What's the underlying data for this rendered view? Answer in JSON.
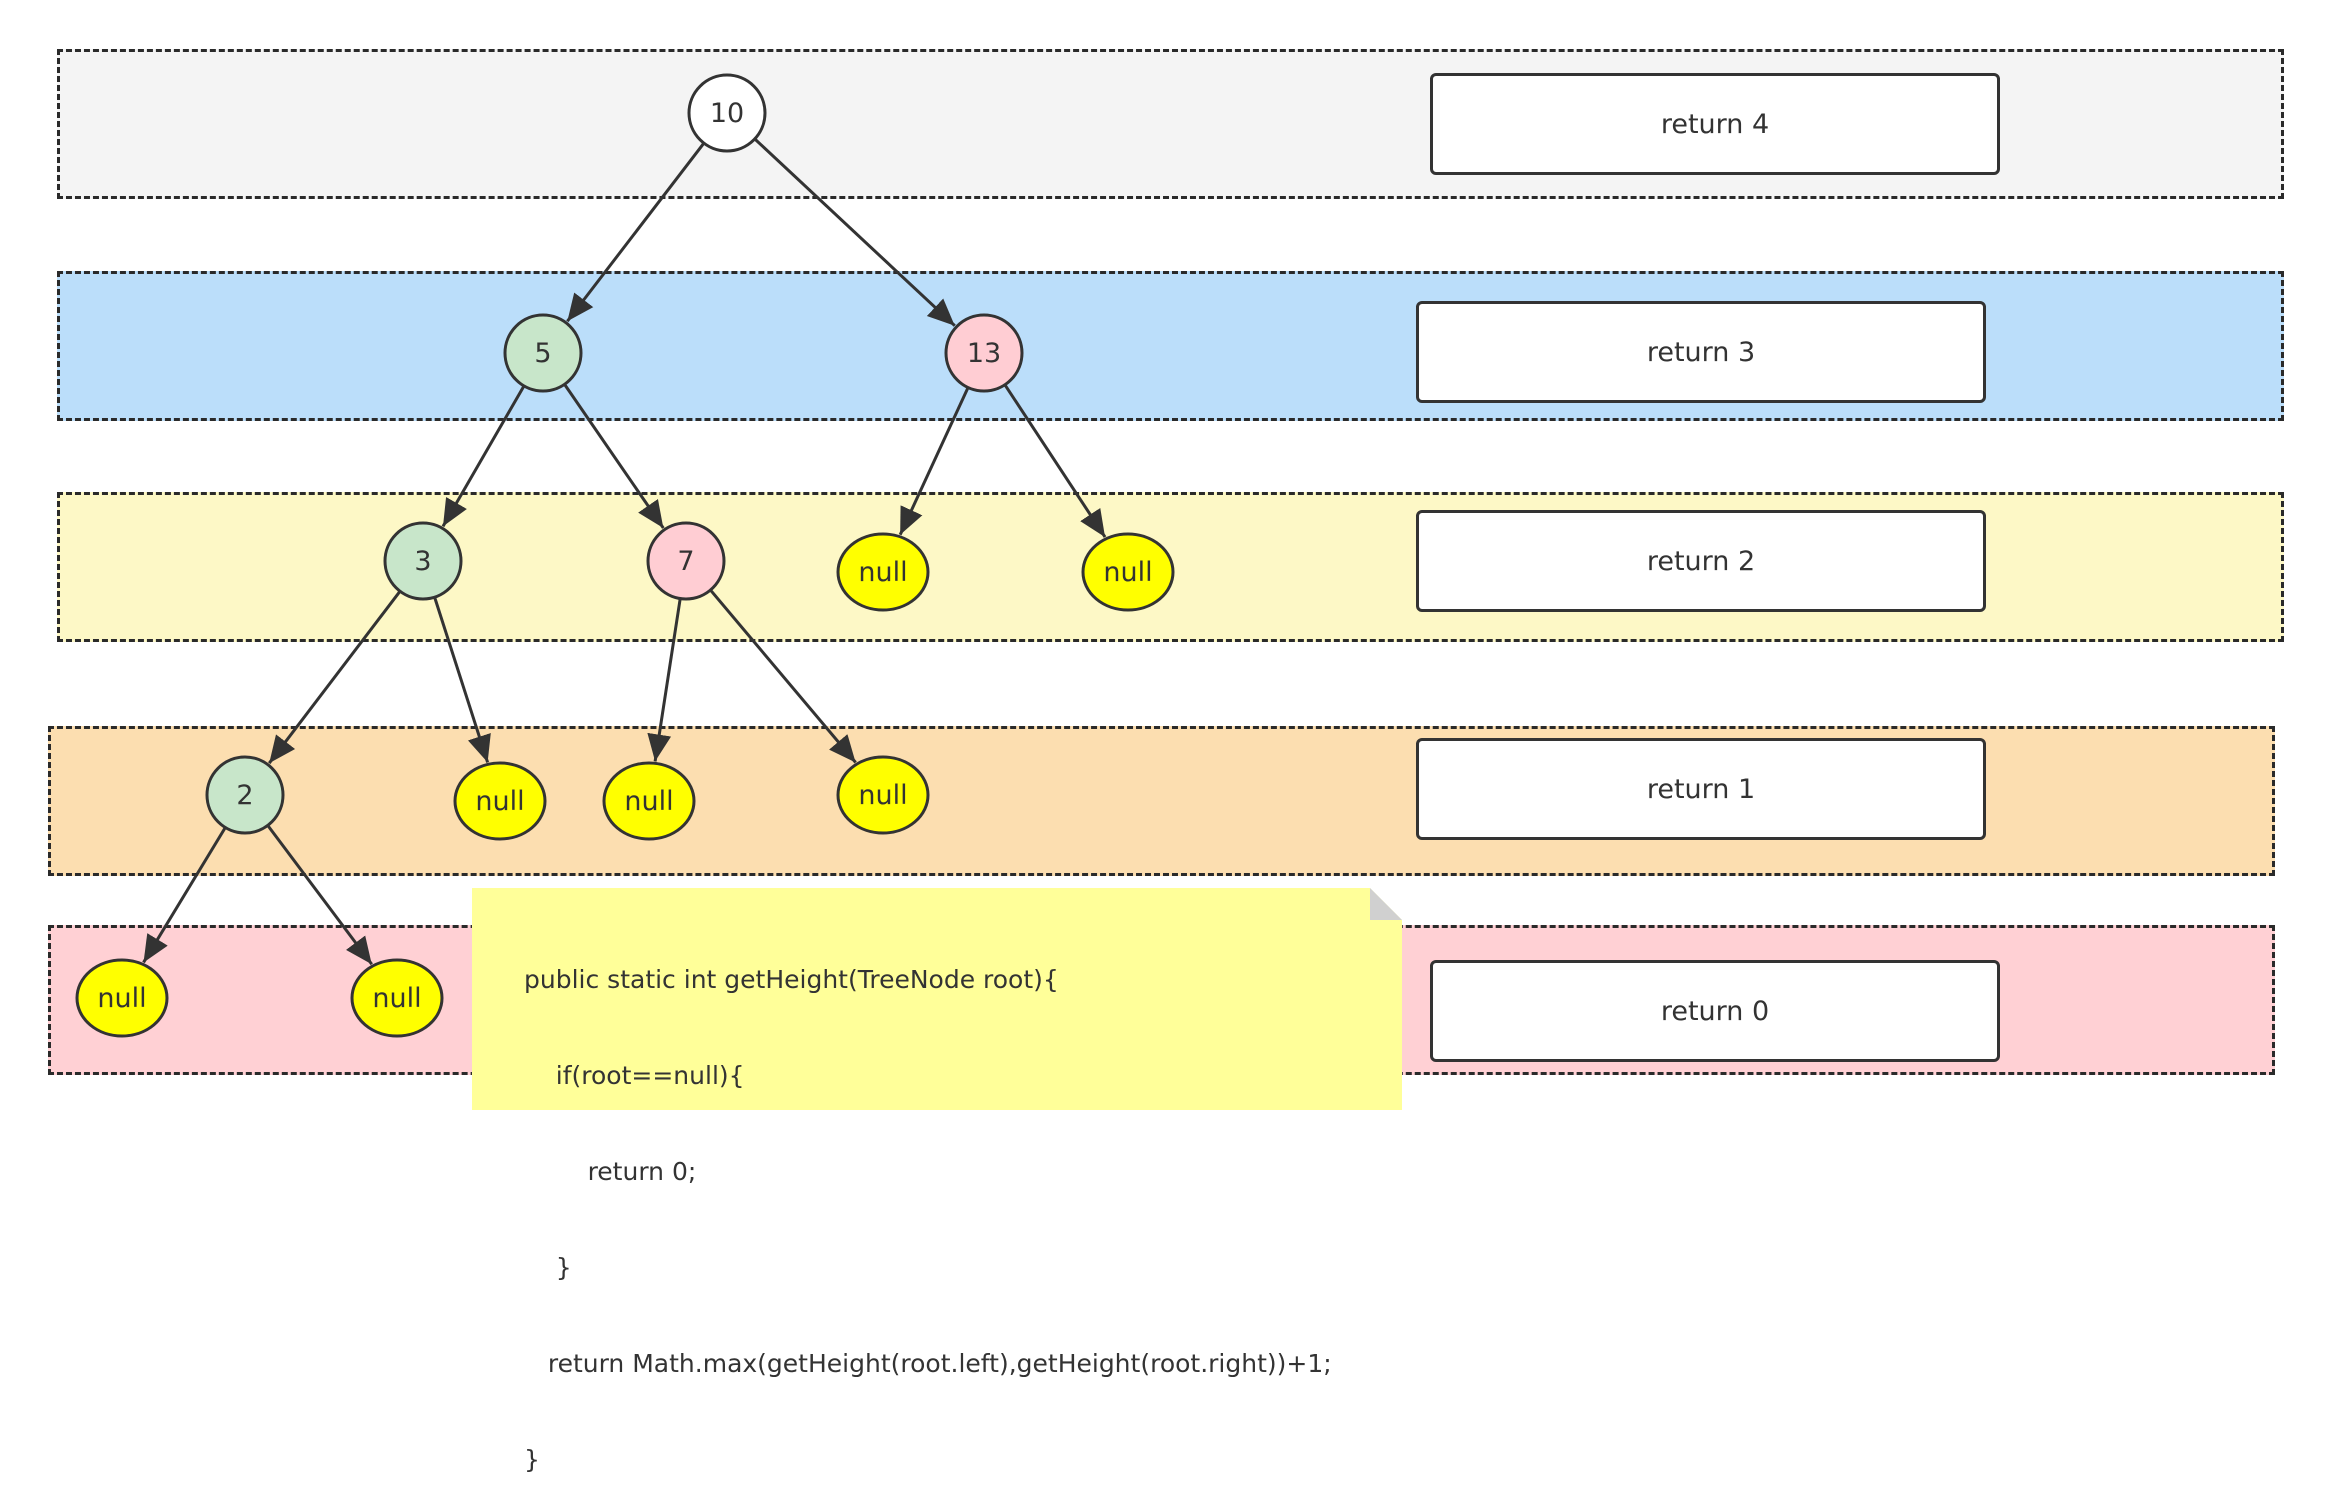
{
  "levels": [
    {
      "return_label": "return 4",
      "fill": "#f4f4f4"
    },
    {
      "return_label": "return 3",
      "fill": "#bbdefa"
    },
    {
      "return_label": "return 2",
      "fill": "#fdf8c6"
    },
    {
      "return_label": "return 1",
      "fill": "#fcdeb0"
    },
    {
      "return_label": "return 0",
      "fill": "#ffd0d4"
    }
  ],
  "nodes": [
    {
      "id": "n10",
      "label": "10",
      "fill": "#ffffff"
    },
    {
      "id": "n5",
      "label": "5",
      "fill": "#c8e6ca"
    },
    {
      "id": "n13",
      "label": "13",
      "fill": "#ffcdd3"
    },
    {
      "id": "n3",
      "label": "3",
      "fill": "#c8e6ca"
    },
    {
      "id": "n7",
      "label": "7",
      "fill": "#ffcdd3"
    },
    {
      "id": "n13l",
      "label": "null",
      "fill": "#ffff00"
    },
    {
      "id": "n13r",
      "label": "null",
      "fill": "#ffff00"
    },
    {
      "id": "n2",
      "label": "2",
      "fill": "#c8e6ca"
    },
    {
      "id": "n3r",
      "label": "null",
      "fill": "#ffff00"
    },
    {
      "id": "n7l",
      "label": "null",
      "fill": "#ffff00"
    },
    {
      "id": "n7r",
      "label": "null",
      "fill": "#ffff00"
    },
    {
      "id": "n2l",
      "label": "null",
      "fill": "#ffff00"
    },
    {
      "id": "n2r",
      "label": "null",
      "fill": "#ffff00"
    }
  ],
  "edges": [
    [
      "n10",
      "n5"
    ],
    [
      "n10",
      "n13"
    ],
    [
      "n5",
      "n3"
    ],
    [
      "n5",
      "n7"
    ],
    [
      "n13",
      "n13l"
    ],
    [
      "n13",
      "n13r"
    ],
    [
      "n3",
      "n2"
    ],
    [
      "n3",
      "n3r"
    ],
    [
      "n7",
      "n7l"
    ],
    [
      "n7",
      "n7r"
    ],
    [
      "n2",
      "n2l"
    ],
    [
      "n2",
      "n2r"
    ]
  ],
  "code": {
    "lines": [
      "public static int getHeight(TreeNode root){",
      "    if(root==null){",
      "        return 0;",
      "    }",
      "   return Math.max(getHeight(root.left),getHeight(root.right))+1;",
      "}"
    ],
    "note_color": "#ffff99"
  }
}
